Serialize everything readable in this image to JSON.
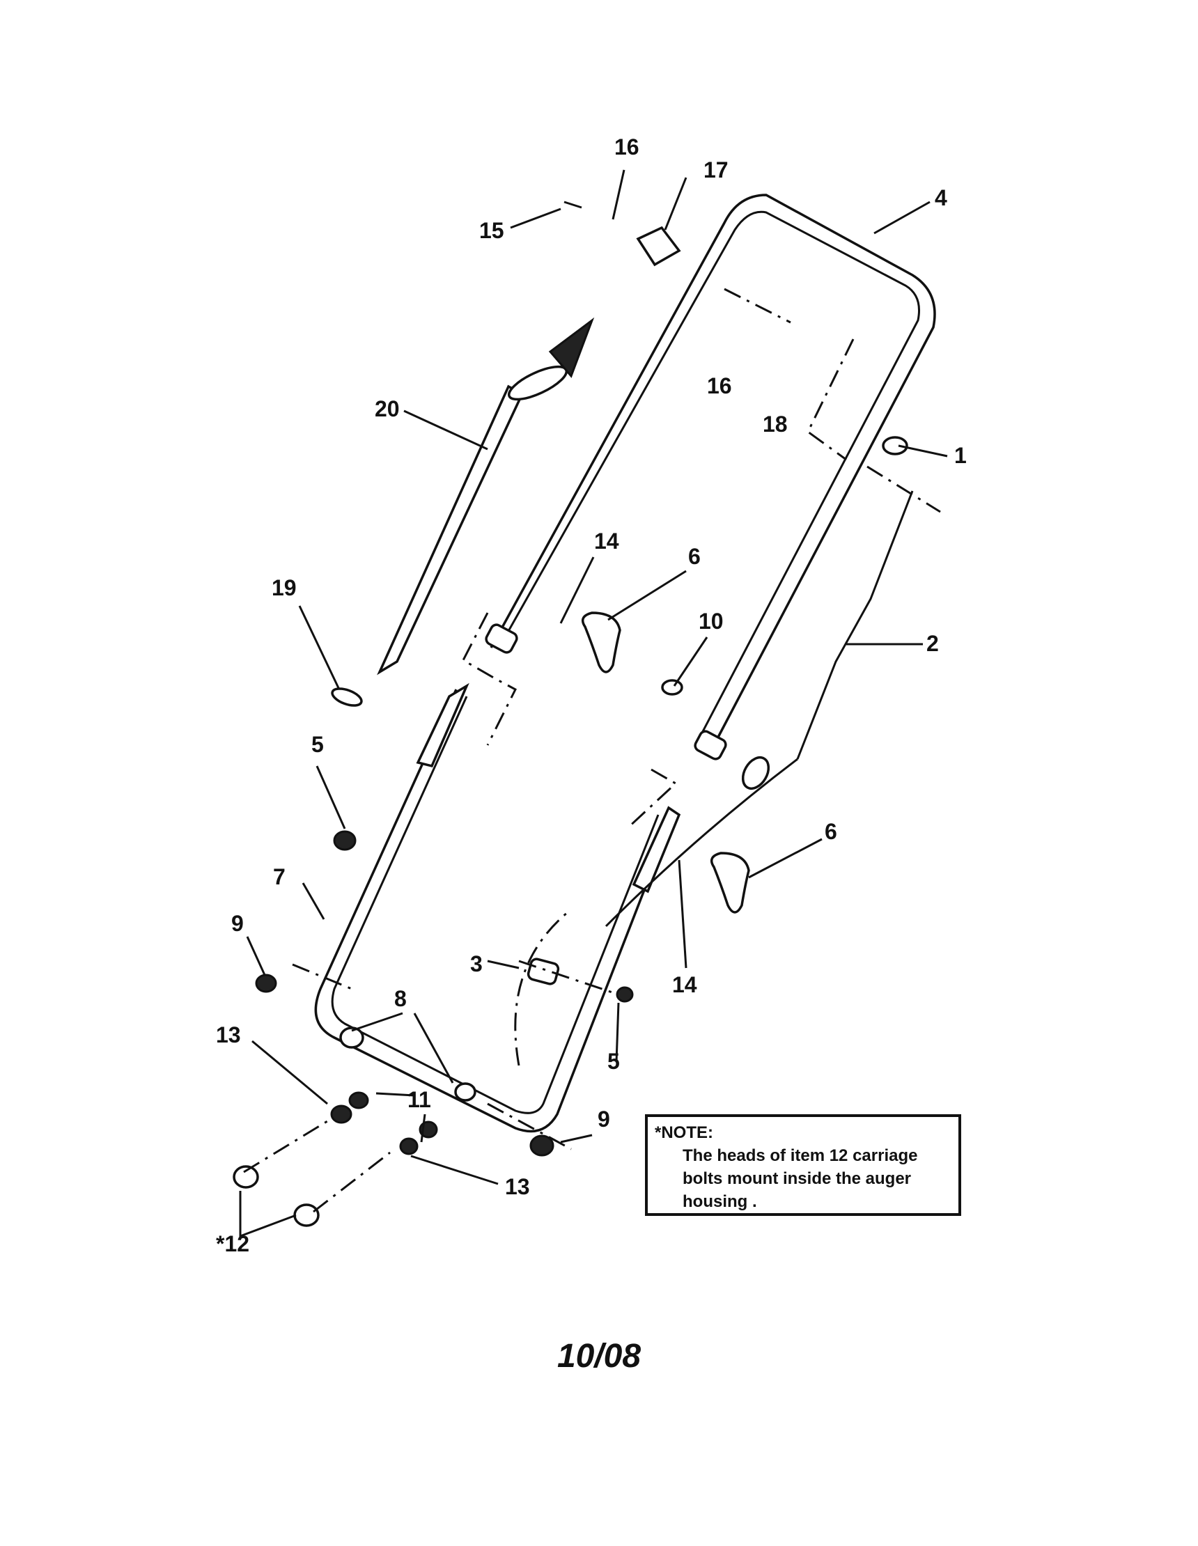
{
  "diagram": {
    "labels": {
      "p1": "1",
      "p2": "2",
      "p3": "3",
      "p4": "4",
      "p5a": "5",
      "p5b": "5",
      "p6a": "6",
      "p6b": "6",
      "p7": "7",
      "p8": "8",
      "p9a": "9",
      "p9b": "9",
      "p10": "10",
      "p11": "11",
      "p12": "*12",
      "p13a": "13",
      "p13b": "13",
      "p14a": "14",
      "p14b": "14",
      "p15": "15",
      "p16a": "16",
      "p16b": "16",
      "p17": "17",
      "p18": "18",
      "p19": "19",
      "p20": "20"
    }
  },
  "note": {
    "title": "*NOTE:",
    "line1": "The heads of item 12 carriage",
    "line2": "bolts mount inside the auger",
    "line3": "housing ."
  },
  "footer": {
    "date": "10/08"
  }
}
